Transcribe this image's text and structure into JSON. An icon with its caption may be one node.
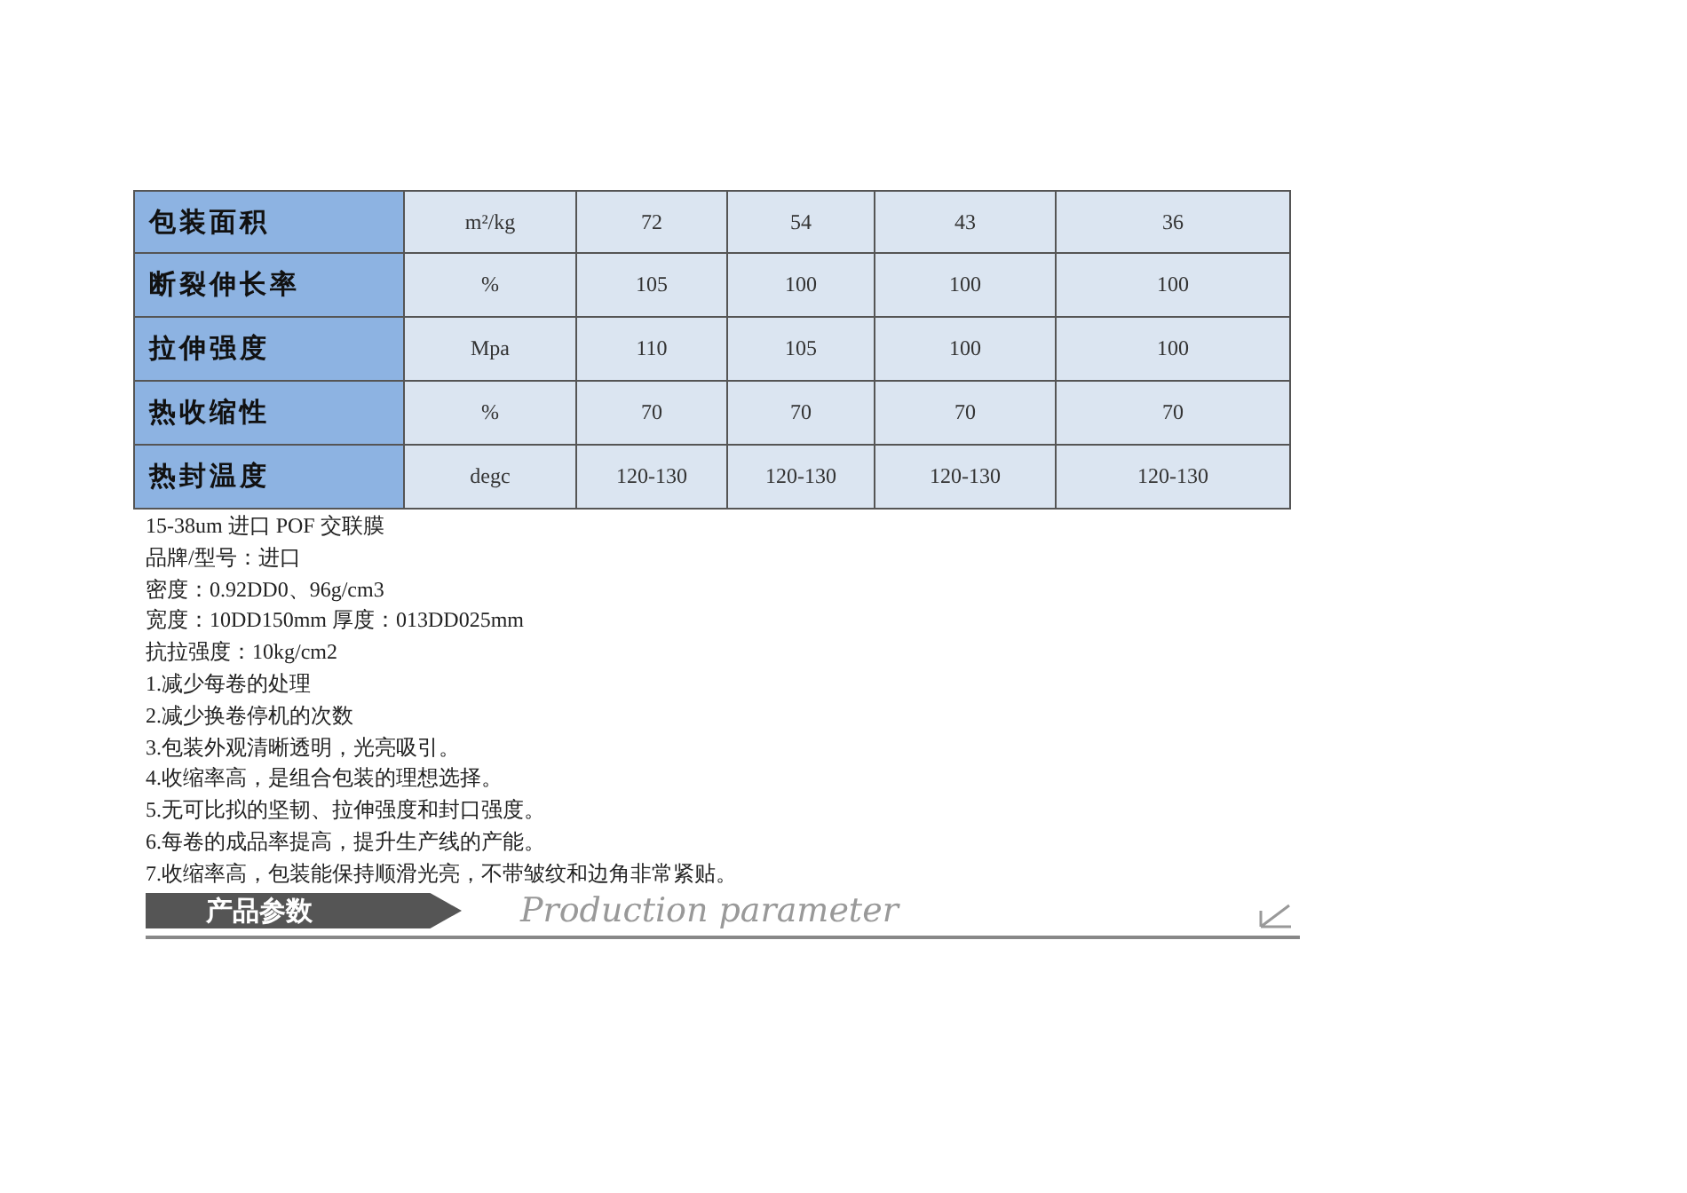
{
  "diagram": {
    "nodes": [
      {
        "text": [
          "产品参数"
        ]
      }
    ],
    "labels": [
      "包装面积",
      "m²/kg",
      "72",
      "54",
      "43",
      "36",
      "断裂伸长率",
      "%",
      "105",
      "100",
      "100",
      "100",
      "拉伸强度",
      "Mpa",
      "110",
      "105",
      "100",
      "100",
      "热收缩性",
      "%",
      "70",
      "70",
      "70",
      "70",
      "热封温度",
      "degc",
      "120-130",
      "120-130",
      "120-130",
      "120-130",
      "15-38um 进口 POF 交联膜",
      "品牌/型号：进口",
      "密度：0.92DD0、96g/cm3",
      "宽度：10DD150mm 厚度：013DD025mm",
      "抗拉强度：10kg/cm2",
      "1.减少每卷的处理",
      "2.减少换卷停机的次数",
      "3.包装外观清晰透明，光亮吸引。",
      "4.收缩率高，是组合包装的理想选择。",
      "5.无可比拟的坚韧、拉伸强度和封口强度。",
      "6.每卷的成品率提高，提升生产线的产能。",
      "7.收缩率高，包装能保持顺滑光亮，不带皱纹和边角非常紧贴。",
      "Production parameter"
    ]
  }
}
